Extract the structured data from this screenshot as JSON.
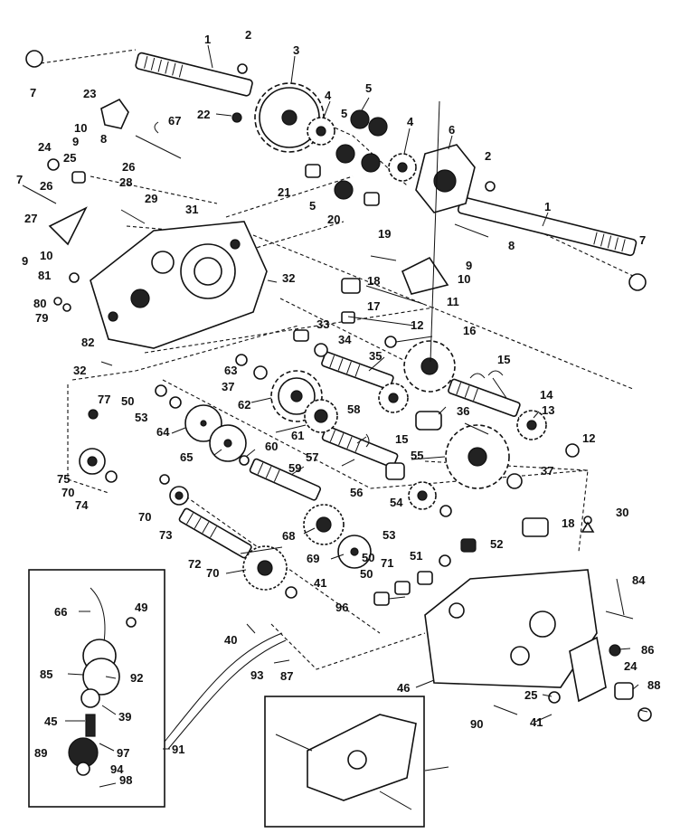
{
  "labels": [
    {
      "id": "l1a",
      "text": "1"
    },
    {
      "id": "l2a",
      "text": "2"
    },
    {
      "id": "l3",
      "text": "3"
    },
    {
      "id": "l4a",
      "text": "4"
    },
    {
      "id": "l5a",
      "text": "5"
    },
    {
      "id": "l7a",
      "text": "7"
    },
    {
      "id": "l23",
      "text": "23"
    },
    {
      "id": "l22",
      "text": "22"
    },
    {
      "id": "l67",
      "text": "67"
    },
    {
      "id": "l10a",
      "text": "10"
    },
    {
      "id": "l9a",
      "text": "9"
    },
    {
      "id": "l8a",
      "text": "8"
    },
    {
      "id": "l5b",
      "text": "5"
    },
    {
      "id": "l4b",
      "text": "4"
    },
    {
      "id": "l6",
      "text": "6"
    },
    {
      "id": "l24a",
      "text": "24"
    },
    {
      "id": "l25a",
      "text": "25"
    },
    {
      "id": "l26a",
      "text": "26"
    },
    {
      "id": "l2b",
      "text": "2"
    },
    {
      "id": "l7b",
      "text": "7"
    },
    {
      "id": "l28",
      "text": "28"
    },
    {
      "id": "l26b",
      "text": "26"
    },
    {
      "id": "l21",
      "text": "21"
    },
    {
      "id": "l5c",
      "text": "5"
    },
    {
      "id": "l20",
      "text": "20"
    },
    {
      "id": "l1b",
      "text": "1"
    },
    {
      "id": "l29",
      "text": "29"
    },
    {
      "id": "l31",
      "text": "31"
    },
    {
      "id": "l27",
      "text": "27"
    },
    {
      "id": "l8b",
      "text": "8"
    },
    {
      "id": "l7c",
      "text": "7"
    },
    {
      "id": "l19",
      "text": "19"
    },
    {
      "id": "l9b",
      "text": "9"
    },
    {
      "id": "l10b",
      "text": "10"
    },
    {
      "id": "l9c",
      "text": "9"
    },
    {
      "id": "l10c",
      "text": "10"
    },
    {
      "id": "l81",
      "text": "81"
    },
    {
      "id": "l32a",
      "text": "32"
    },
    {
      "id": "l18a",
      "text": "18"
    },
    {
      "id": "l11",
      "text": "11"
    },
    {
      "id": "l80",
      "text": "80"
    },
    {
      "id": "l79",
      "text": "79"
    },
    {
      "id": "l17",
      "text": "17"
    },
    {
      "id": "l12a",
      "text": "12"
    },
    {
      "id": "l33",
      "text": "33"
    },
    {
      "id": "l16",
      "text": "16"
    },
    {
      "id": "l34",
      "text": "34"
    },
    {
      "id": "l82",
      "text": "82"
    },
    {
      "id": "l35",
      "text": "35"
    },
    {
      "id": "l15a",
      "text": "15"
    },
    {
      "id": "l32b",
      "text": "32"
    },
    {
      "id": "l63",
      "text": "63"
    },
    {
      "id": "l37a",
      "text": "37"
    },
    {
      "id": "l77",
      "text": "77"
    },
    {
      "id": "l50a",
      "text": "50"
    },
    {
      "id": "l62",
      "text": "62"
    },
    {
      "id": "l14",
      "text": "14"
    },
    {
      "id": "l53a",
      "text": "53"
    },
    {
      "id": "l58",
      "text": "58"
    },
    {
      "id": "l36",
      "text": "36"
    },
    {
      "id": "l13",
      "text": "13"
    },
    {
      "id": "l64",
      "text": "64"
    },
    {
      "id": "l61",
      "text": "61"
    },
    {
      "id": "l15b",
      "text": "15"
    },
    {
      "id": "l65",
      "text": "65"
    },
    {
      "id": "l60",
      "text": "60"
    },
    {
      "id": "l57",
      "text": "57"
    },
    {
      "id": "l55",
      "text": "55"
    },
    {
      "id": "l12b",
      "text": "12"
    },
    {
      "id": "l75",
      "text": "75"
    },
    {
      "id": "l59",
      "text": "59"
    },
    {
      "id": "l37b",
      "text": "37"
    },
    {
      "id": "l70a",
      "text": "70"
    },
    {
      "id": "l56",
      "text": "56"
    },
    {
      "id": "l74",
      "text": "74"
    },
    {
      "id": "l70b",
      "text": "70"
    },
    {
      "id": "l54",
      "text": "54"
    },
    {
      "id": "l30",
      "text": "30"
    },
    {
      "id": "l73",
      "text": "73"
    },
    {
      "id": "l18b",
      "text": "18"
    },
    {
      "id": "l68",
      "text": "68"
    },
    {
      "id": "l53b",
      "text": "53"
    },
    {
      "id": "l52",
      "text": "52"
    },
    {
      "id": "l72",
      "text": "72"
    },
    {
      "id": "l69",
      "text": "69"
    },
    {
      "id": "l51",
      "text": "51"
    },
    {
      "id": "l50b",
      "text": "50"
    },
    {
      "id": "l50c",
      "text": "50"
    },
    {
      "id": "l71",
      "text": "71"
    },
    {
      "id": "l70c",
      "text": "70"
    },
    {
      "id": "l41a",
      "text": "41"
    },
    {
      "id": "l84",
      "text": "84"
    },
    {
      "id": "l66",
      "text": "66"
    },
    {
      "id": "l49",
      "text": "49"
    },
    {
      "id": "l96",
      "text": "96"
    },
    {
      "id": "l40",
      "text": "40"
    },
    {
      "id": "l86",
      "text": "86"
    },
    {
      "id": "l85",
      "text": "85"
    },
    {
      "id": "l92",
      "text": "92"
    },
    {
      "id": "l93",
      "text": "93"
    },
    {
      "id": "l87",
      "text": "87"
    },
    {
      "id": "l39",
      "text": "39"
    },
    {
      "id": "l46",
      "text": "46"
    },
    {
      "id": "l25b",
      "text": "25"
    },
    {
      "id": "l24b",
      "text": "24"
    },
    {
      "id": "l88",
      "text": "88"
    },
    {
      "id": "l45",
      "text": "45"
    },
    {
      "id": "l41b",
      "text": "41"
    },
    {
      "id": "l90",
      "text": "90"
    },
    {
      "id": "l89",
      "text": "89"
    },
    {
      "id": "l97",
      "text": "97"
    },
    {
      "id": "l91",
      "text": "91"
    },
    {
      "id": "l94",
      "text": "94"
    },
    {
      "id": "l98",
      "text": "98"
    }
  ]
}
